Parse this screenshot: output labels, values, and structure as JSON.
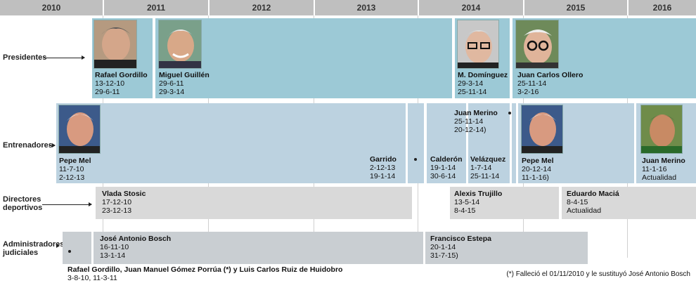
{
  "years": [
    "2010",
    "2011",
    "2012",
    "2013",
    "2014",
    "2015",
    "2016"
  ],
  "rows": {
    "presidentes": "Presidentes",
    "entrenadores": "Entrenadores",
    "directores": "Directores\ndeportivos",
    "administradores": "Administradores\njudiciales"
  },
  "presidentes": [
    {
      "name": "Rafael Gordillo",
      "d1": "13-12-10",
      "d2": "29-6-11"
    },
    {
      "name": "Miguel Guillén",
      "d1": "29-6-11",
      "d2": "29-3-14"
    },
    {
      "name": "M. Domínguez",
      "d1": "29-3-14",
      "d2": "25-11-14"
    },
    {
      "name": "Juan Carlos Ollero",
      "d1": "25-11-14",
      "d2": "3-2-16"
    }
  ],
  "entrenadores": [
    {
      "name": "Pepe Mel",
      "d1": "11-7-10",
      "d2": "2-12-13"
    },
    {
      "name": "Garrido",
      "d1": "2-12-13",
      "d2": "19-1-14"
    },
    {
      "name": "Calderón",
      "d1": "19-1-14",
      "d2": "30-6-14"
    },
    {
      "name": "Velázquez",
      "d1": "1-7-14",
      "d2": "25-11-14"
    },
    {
      "name": "Juan Merino",
      "d1": "25-11-14",
      "d2": "20-12-14)"
    },
    {
      "name": "Pepe Mel",
      "d1": "20-12-14",
      "d2": "11-1-16)"
    },
    {
      "name": "Juan Merino",
      "d1": "11-1-16",
      "d2": "Actualidad"
    }
  ],
  "directores": [
    {
      "name": "Vlada Stosic",
      "d1": "17-12-10",
      "d2": "23-12-13"
    },
    {
      "name": "Alexis Trujillo",
      "d1": "13-5-14",
      "d2": "8-4-15"
    },
    {
      "name": "Eduardo Maciá",
      "d1": "8-4-15",
      "d2": "Actualidad"
    }
  ],
  "administradores": [
    {
      "name": "José Antonio Bosch",
      "d1": "16-11-10",
      "d2": "13-1-14"
    },
    {
      "name": "Francisco Estepa",
      "d1": "20-1-14",
      "d2": "31-7-15)"
    }
  ],
  "first_admins": {
    "name": "Rafael Gordillo, Juan Manuel Gómez Porrúa (*) y Luis Carlos Ruiz de Huidobro",
    "dates": "3-8-10, 11-3-11"
  },
  "footnote": "(*) Falleció el 01/11/2010 y le sustituyó José Antonio Bosch"
}
